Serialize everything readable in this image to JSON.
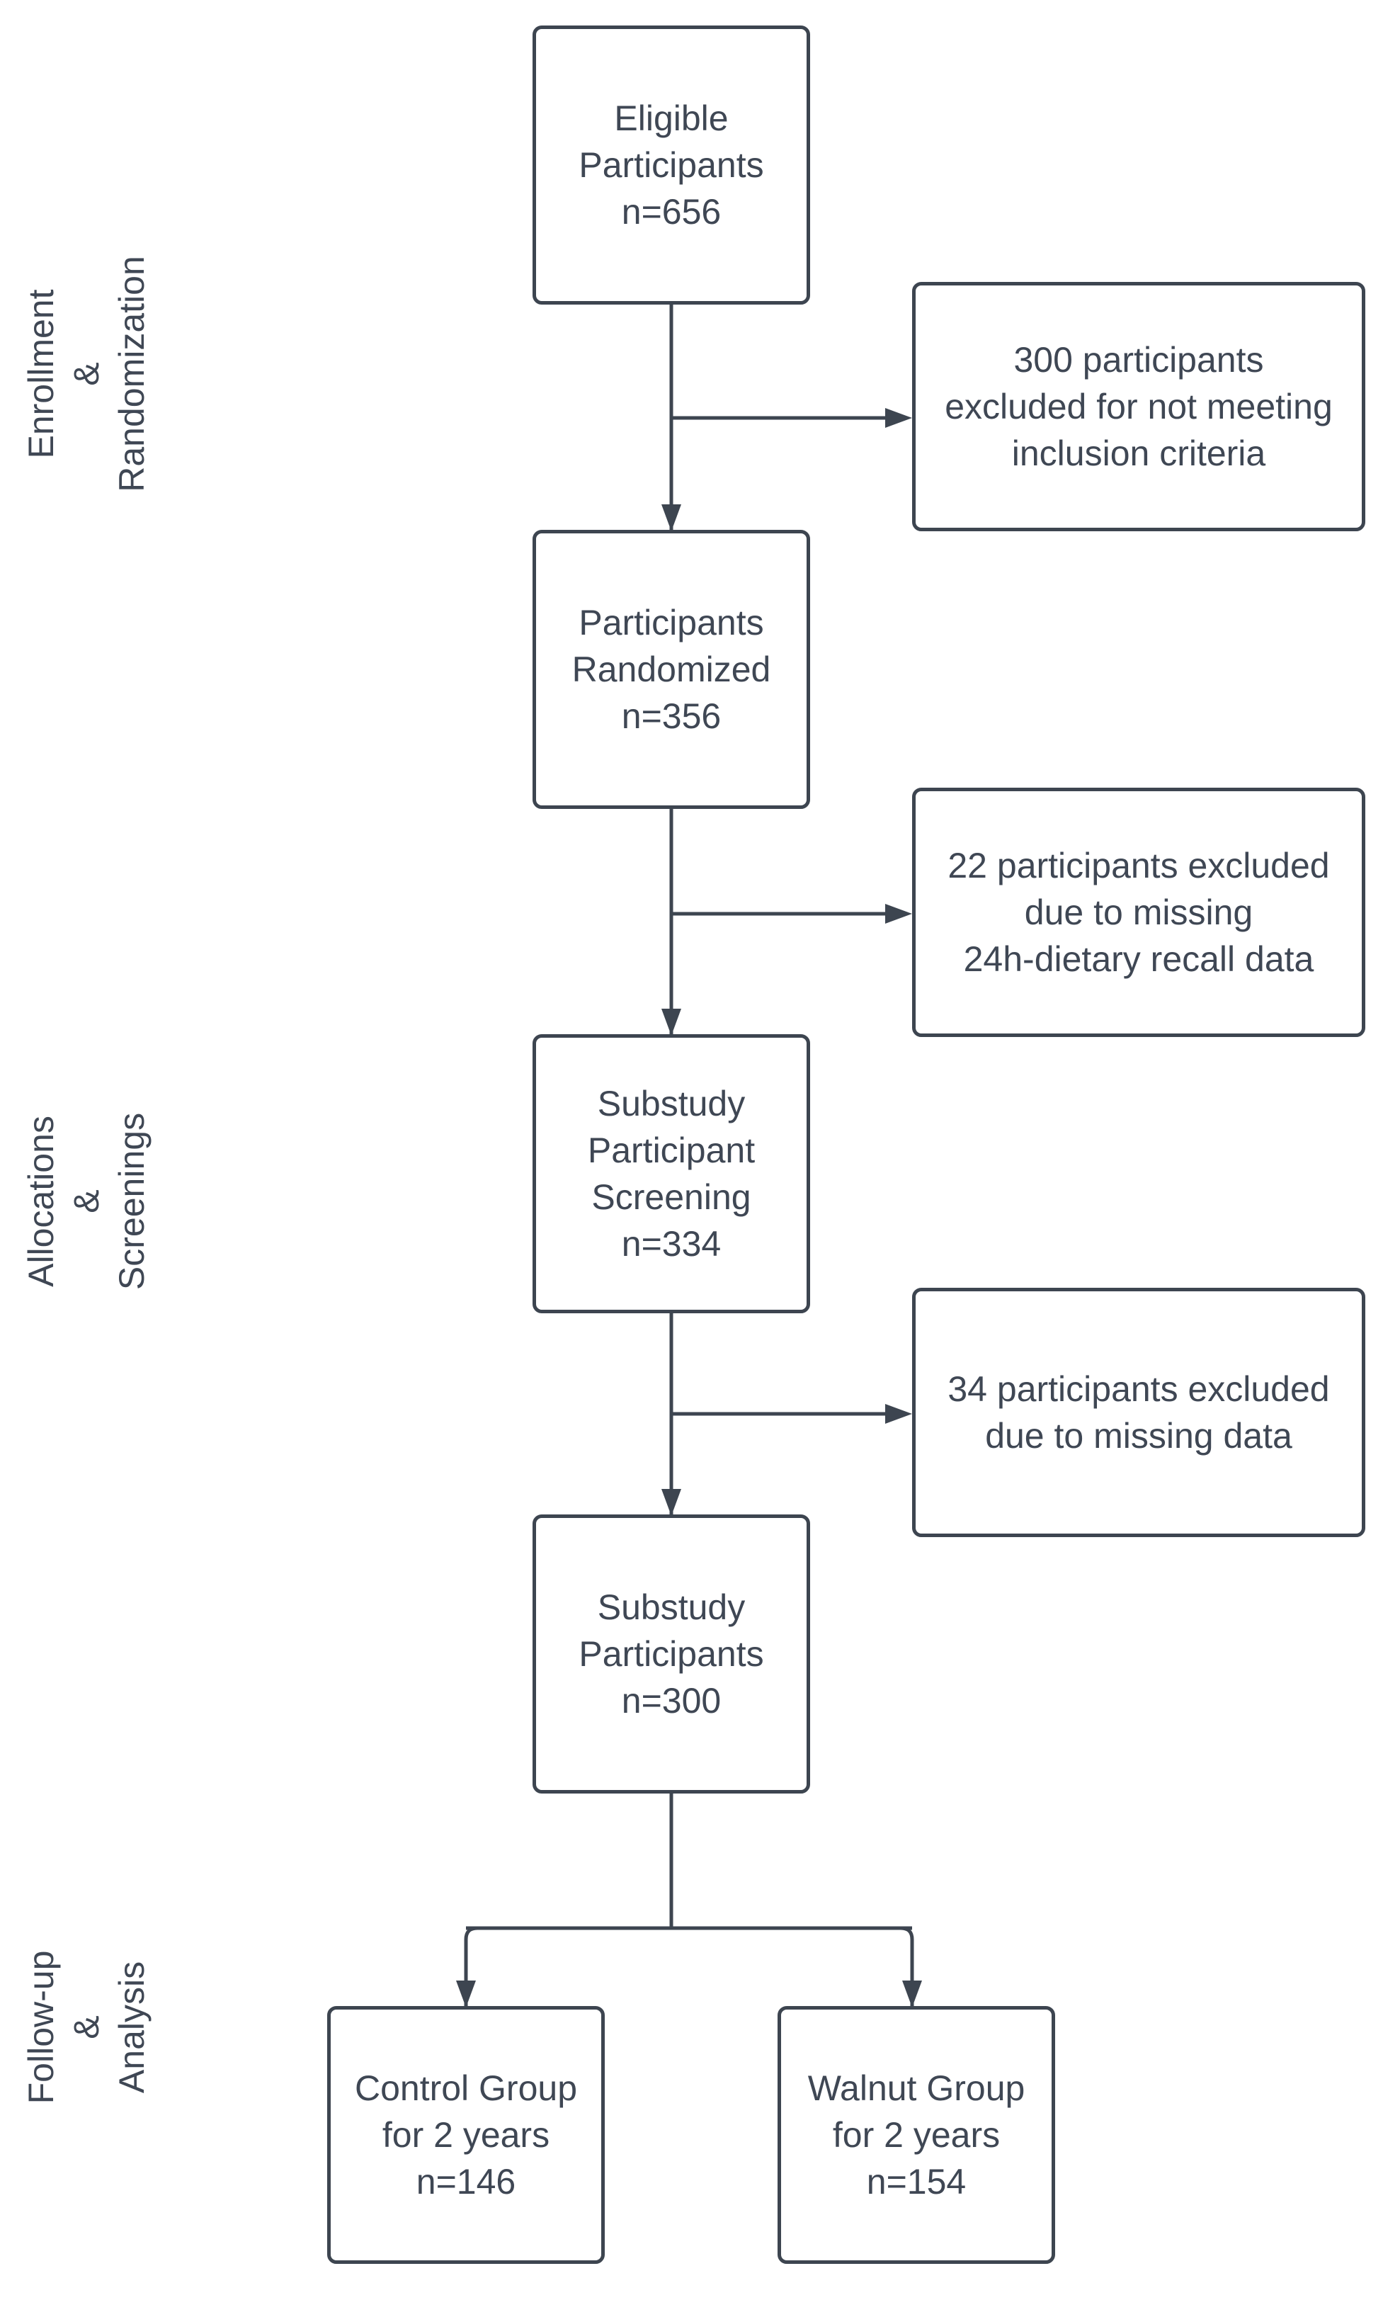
{
  "stages": {
    "enrollment": "Enrollment\n&\nRandomization",
    "allocation": "Allocations\n&\nScreenings",
    "followup": "Follow-up\n&\nAnalysis"
  },
  "boxes": {
    "eligible": "Eligible\nParticipants\nn=656",
    "randomized": "Participants\nRandomized\nn=356",
    "screening": "Substudy\nParticipant\nScreening\nn=334",
    "substudy": "Substudy\nParticipants\nn=300",
    "control": "Control Group\nfor 2 years\nn=146",
    "walnut": "Walnut Group\nfor 2 years\nn=154"
  },
  "exclusions": {
    "criteria": "300 participants\nexcluded for not meeting\ninclusion criteria",
    "dietary": "22 participants excluded\ndue to missing\n24h-dietary recall data",
    "missing": "34 participants excluded\ndue to missing data"
  },
  "colors": {
    "line": "#3d4550",
    "text": "#3f4754",
    "background": "#ffffff"
  }
}
